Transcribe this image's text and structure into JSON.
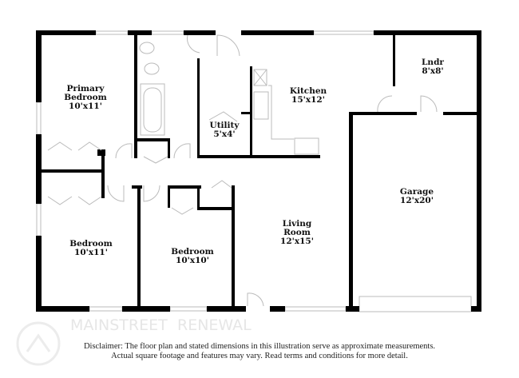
{
  "rooms": [
    {
      "name": "Primary\nBedroom",
      "size": "10'x11'"
    },
    {
      "name": "Kitchen",
      "size": "15'x12'"
    },
    {
      "name": "Lndr",
      "size": "8'x8'"
    },
    {
      "name": "Utility",
      "size": "5'x4'"
    },
    {
      "name": "Garage",
      "size": "12'x20'"
    },
    {
      "name": "Living\nRoom",
      "size": "12'x15'"
    },
    {
      "name": "Bedroom",
      "size": "10'x11'"
    },
    {
      "name": "Bedroom",
      "size": "10'x10'"
    }
  ],
  "watermark": {
    "line1": "MAINSTREET",
    "line2": "RENEWAL"
  },
  "disclaimer": {
    "line1": "Disclaimer: The floor plan and stated dimensions in this illustration serve as approximate measurements.",
    "line2": "Actual square footage and features may vary. Read terms and conditions for more detail."
  },
  "colors": {
    "wall": "#000000",
    "fixture": "#bbbbbb",
    "watermark": "#e6e6e6"
  }
}
